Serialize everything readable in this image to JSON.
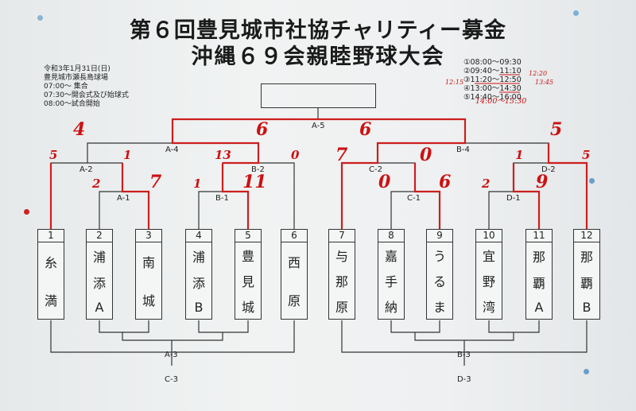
{
  "title_line1": "第６回豊見城市社協チャリティー募金",
  "title_line2": "沖縄６９会親睦野球大会",
  "info": [
    "令和3年1月31日(日)",
    "豊見城市瀬長島球場",
    "07:00〜 集合",
    "07:30〜開会式及び始球式",
    "08:00〜試合開始"
  ],
  "schedule": [
    "①08:00〜09:30",
    "②09:40〜11:10",
    "③11:20〜12:50",
    "④13:00〜14:30",
    "⑤14:40〜16:00"
  ],
  "schedule_notes": {
    "left": "12:15",
    "right_3": "12:20",
    "right_4": "13:45",
    "line5": "14:00〜15:30"
  },
  "teams": [
    {
      "num": "1",
      "chars": [
        "糸",
        "満"
      ]
    },
    {
      "num": "2",
      "chars": [
        "浦",
        "添",
        "A"
      ]
    },
    {
      "num": "3",
      "chars": [
        "南",
        "城"
      ]
    },
    {
      "num": "4",
      "chars": [
        "浦",
        "添",
        "B"
      ]
    },
    {
      "num": "5",
      "chars": [
        "豊",
        "見",
        "城"
      ]
    },
    {
      "num": "6",
      "chars": [
        "西",
        "原"
      ]
    },
    {
      "num": "7",
      "chars": [
        "与",
        "那",
        "原"
      ]
    },
    {
      "num": "8",
      "chars": [
        "嘉",
        "手",
        "納"
      ]
    },
    {
      "num": "9",
      "chars": [
        "う",
        "る",
        "ま"
      ]
    },
    {
      "num": "10",
      "chars": [
        "宜",
        "野",
        "湾"
      ]
    },
    {
      "num": "11",
      "chars": [
        "那",
        "覇",
        "A"
      ]
    },
    {
      "num": "12",
      "chars": [
        "那",
        "覇",
        "B"
      ]
    }
  ],
  "match_labels": {
    "A5": "A-5",
    "A4": "A-4",
    "B4": "B-4",
    "A2": "A-2",
    "B2": "B-2",
    "C2": "C-2",
    "D2": "D-2",
    "A1": "A-1",
    "B1": "B-1",
    "C1": "C-1",
    "D1": "D-1",
    "A3": "A-3",
    "C3": "C-3",
    "B3": "B-3",
    "D3": "D-3"
  },
  "scores": {
    "a4_left": "4",
    "a4_right": "6",
    "b4_left": "6",
    "b4_right": "5",
    "a2_left": "5",
    "a2_right": "1",
    "b2_left": "13",
    "b2_right": "0",
    "c2_left": "7",
    "c2_right": "0",
    "d2_left": "1",
    "d2_right": "5",
    "a1_left": "2",
    "a1_right": "7",
    "b1_left": "1",
    "b1_right": "11",
    "c1_left": "0",
    "c1_right": "6",
    "d1_left": "2",
    "d1_right": "9"
  },
  "colors": {
    "bracket": "#333333",
    "winner": "#cc1f1f"
  }
}
